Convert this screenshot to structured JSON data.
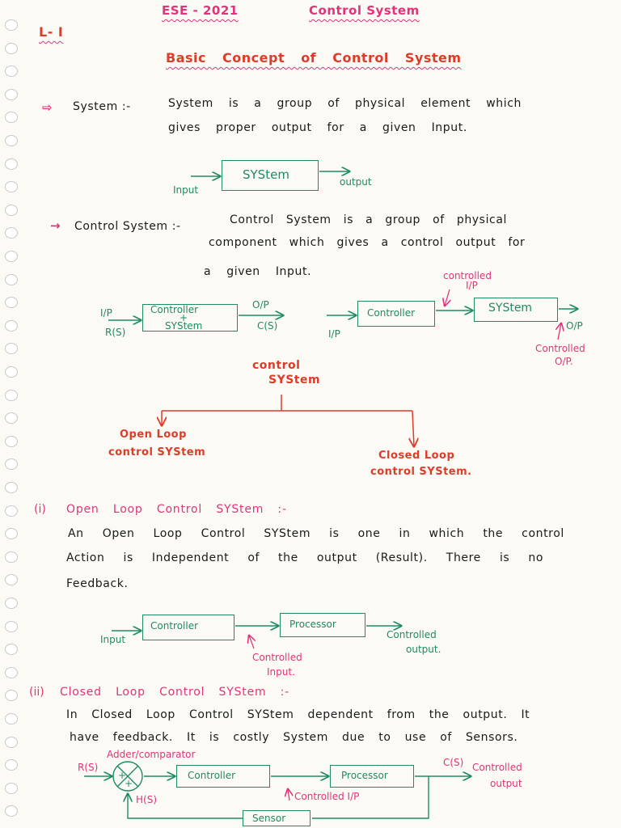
{
  "header": {
    "exam": "ESE - 2021",
    "subject": "Control System",
    "lecture": "L- I"
  },
  "title": "Basic Concept of Control System",
  "system_def": {
    "label": "System :-",
    "line1": "System is a group of physical element which",
    "line2": "gives proper output for a given Input."
  },
  "system_diagram": {
    "block": "SYStem",
    "input": "Input",
    "output": "output"
  },
  "control_def": {
    "label": "Control System :-",
    "line1": "Control System is a group of physical",
    "line2": "component which gives a control output for",
    "line3": "a given Input."
  },
  "cs_diagram1": {
    "in_top": "I/P",
    "in_bottom": "R(S)",
    "block_top": "Controller",
    "block_plus": "+",
    "block_bottom": "SYStem",
    "out_top": "O/P",
    "out_bottom": "C(S)"
  },
  "cs_diagram2": {
    "controller": "Controller",
    "system": "SYStem",
    "input": "I/P",
    "controlled_in1": "controlled",
    "controlled_in2": "I/P",
    "out": "O/P",
    "controlled_out1": "Controlled",
    "controlled_out2": "O/P."
  },
  "tree": {
    "root1": "control",
    "root2": "SYStem",
    "left1": "Open Loop",
    "left2": "control SYStem",
    "right1": "Closed Loop",
    "right2": "control SYStem."
  },
  "open_loop": {
    "num": "(i)",
    "label": "Open Loop Control SYStem :-",
    "line1": "An Open Loop Control SYStem is one in which the control",
    "line2": "Action is Independent of the output (Result). There is no",
    "line3": "Feedback."
  },
  "ol_diagram": {
    "input": "Input",
    "controller": "Controller",
    "processor": "Processor",
    "controlled_in1": "Controlled",
    "controlled_in2": "Input.",
    "out1": "Controlled",
    "out2": "output."
  },
  "closed_loop": {
    "num": "(ii)",
    "label": "Closed Loop Control SYStem :-",
    "line1": "In Closed Loop Control SYStem dependent from the output. It",
    "line2": "have feedback. It is costly System due to use of Sensors."
  },
  "cl_diagram": {
    "adder": "Adder/comparator",
    "rs": "R(S)",
    "hs": "H(S)",
    "controller": "Controller",
    "processor": "Processor",
    "cs": "C(S)",
    "out1": "Controlled",
    "out2": "output",
    "controlled_ip": "Controlled I/P",
    "sensor": "Sensor",
    "plus1": "+",
    "plus2": "+"
  },
  "colors": {
    "green": "#1f8a64",
    "pink": "#e0347a",
    "red": "#e03a2a",
    "text": "#1a1a1a"
  }
}
